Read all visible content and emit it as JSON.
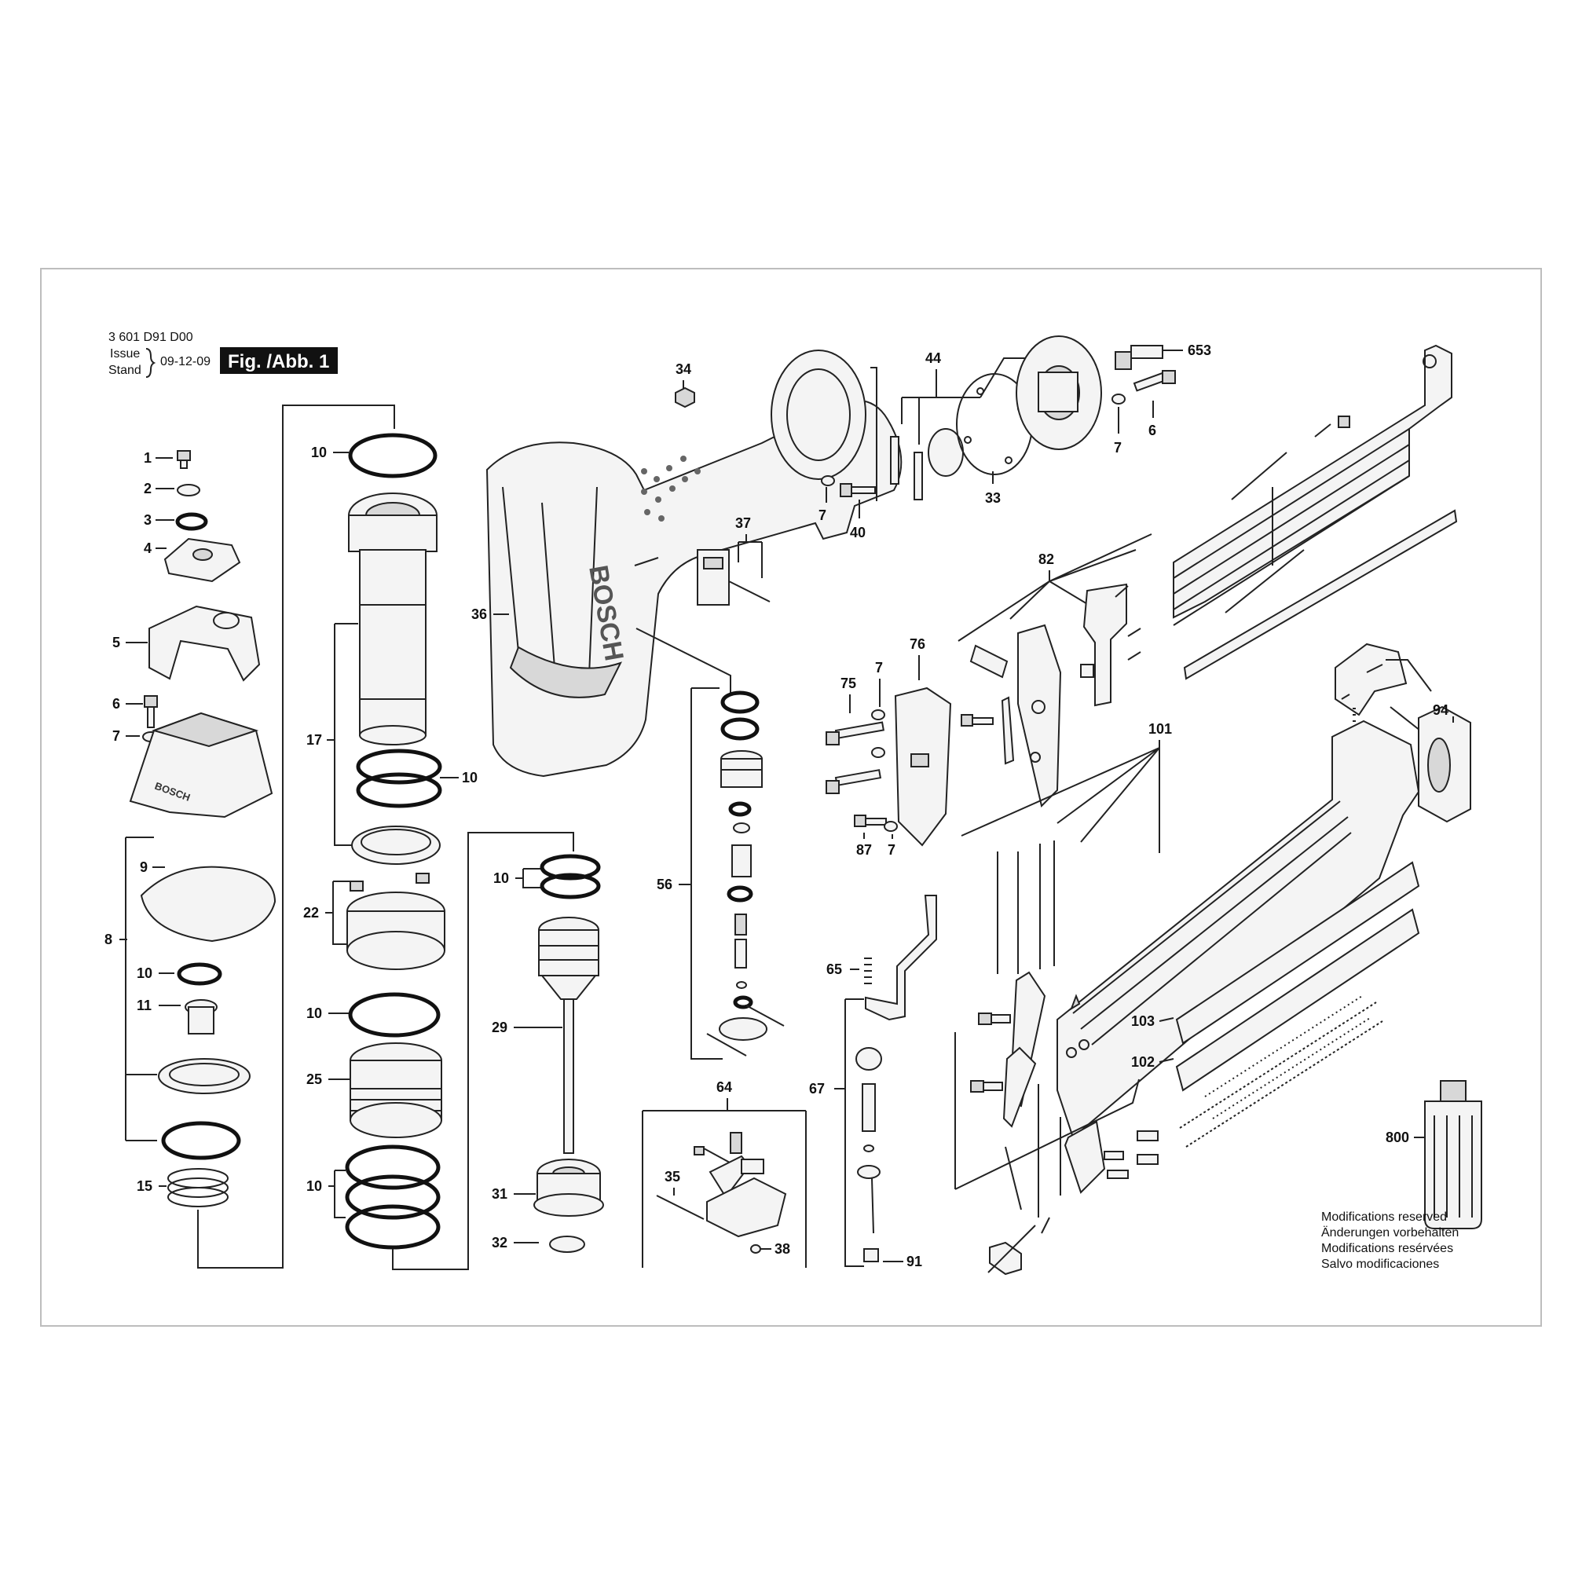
{
  "header": {
    "doc_number": "3 601 D91 D00",
    "issue_label": "Issue",
    "stand_label": "Stand",
    "date": "09-12-09",
    "figure_tag": "Fig. /Abb. 1"
  },
  "brand": "BOSCH",
  "notice": {
    "line1": "Modifications reserved",
    "line2": "Änderungen vorbehalten",
    "line3": "Modifications resérvées",
    "line4": "Salvo modificaciones"
  },
  "callouts": {
    "c1": "1",
    "c2": "2",
    "c3": "3",
    "c4": "4",
    "c5": "5",
    "c6": "6",
    "c7": "7",
    "c8": "8",
    "c9": "9",
    "c10": "10",
    "c11": "11",
    "c15": "15",
    "c17": "17",
    "c22": "22",
    "c25": "25",
    "c29": "29",
    "c31": "31",
    "c32": "32",
    "c33": "33",
    "c34": "34",
    "c35": "35",
    "c36": "36",
    "c37": "37",
    "c38": "38",
    "c40": "40",
    "c44": "44",
    "c56": "56",
    "c64": "64",
    "c65": "65",
    "c67": "67",
    "c75": "75",
    "c76": "76",
    "c82": "82",
    "c87": "87",
    "c91": "91",
    "c94": "94",
    "c101": "101",
    "c102": "102",
    "c103": "103",
    "c653": "653",
    "c800": "800"
  }
}
